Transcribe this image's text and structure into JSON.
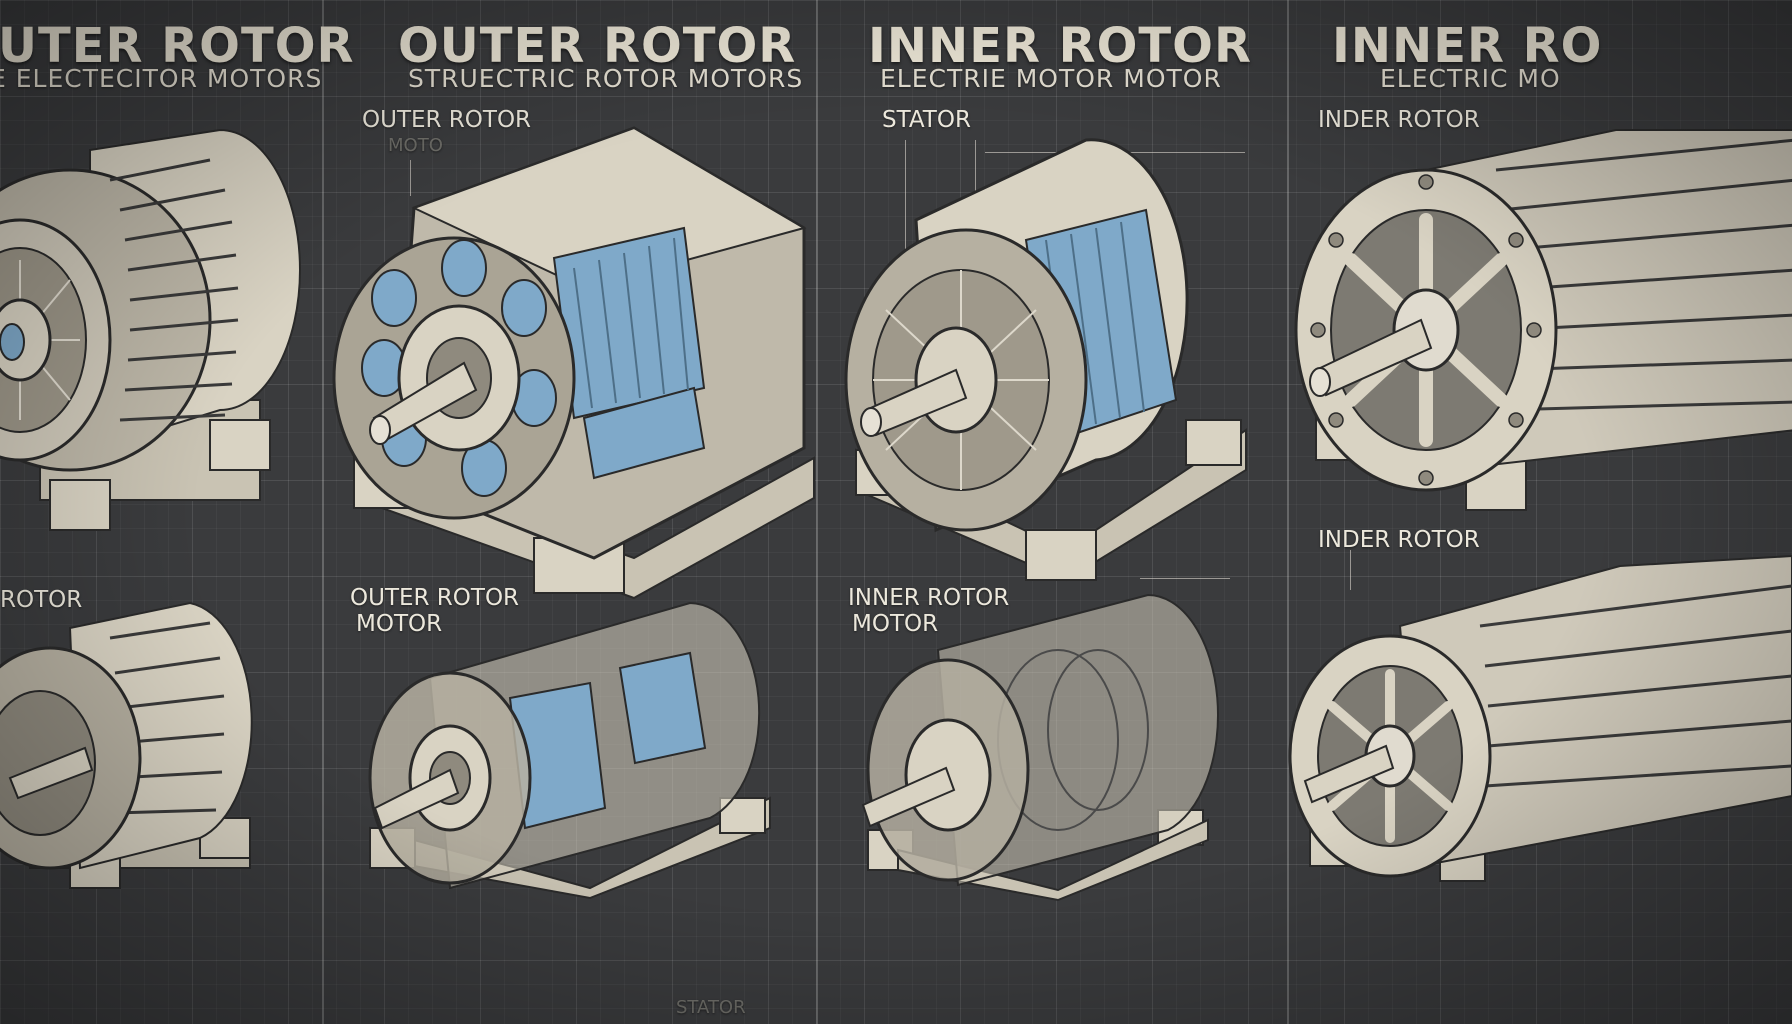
{
  "columns": [
    {
      "title": "UTER ROTOR",
      "subtitle": "E ELECTECITOR MOTORS"
    },
    {
      "title": "OUTER ROTOR",
      "subtitle": "STRUECTRIC ROTOR MOTORS"
    },
    {
      "title": "INNER ROTOR",
      "subtitle": "ELECTRIE MOTOR MOTOR"
    },
    {
      "title": "INNER RO",
      "subtitle": "ELECTRIC MO"
    }
  ],
  "labels": {
    "col2_top": "OUTER ROTOR",
    "col2_top_faint": "MOTO",
    "col3_top": "STATOR",
    "col4_top": "INDER ROTOR",
    "col4_mid": "INDER ROTOR",
    "col1_bottom": "ROTOR",
    "col2_bottom_1": "OUTER ROTOR",
    "col2_bottom_2": "MOTOR",
    "col3_bottom_1": "INNER ROTOR",
    "col3_bottom_2": "MOTOR",
    "bottom_faint": "STATOR"
  },
  "colors": {
    "background": "#3a3b3d",
    "casing": "#d9d3c3",
    "casing_shadow": "#a29c8e",
    "winding": "#7fa9c9",
    "line": "#2a2a2a"
  }
}
